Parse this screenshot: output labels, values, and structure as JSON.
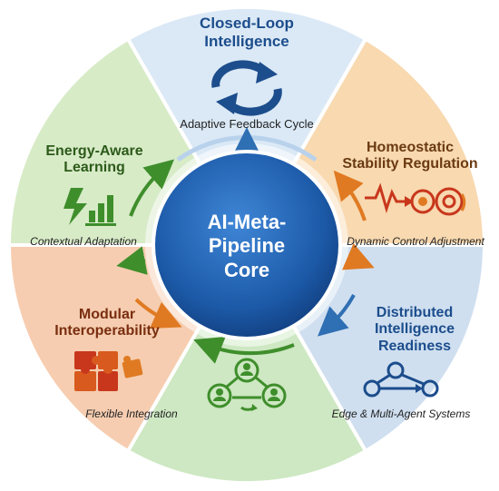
{
  "core": {
    "line1": "AI-Meta-",
    "line2": "Pipeline",
    "line3": "Core"
  },
  "segments": {
    "closed_loop": {
      "title_line1": "Closed-Loop",
      "title_line2": "Intelligence",
      "subtitle": "Adaptive Feedback Cycle",
      "icon": "cycle-arrows-icon",
      "color": "#dbe9f6",
      "title_color": "#1c4d8c"
    },
    "homeostatic": {
      "title_line1": "Homeostatic",
      "title_line2": "Stability Regulation",
      "subtitle": "Dynamic Control Adjustment",
      "icon": "heartbeat-gears-icon",
      "color": "#f8d9b0",
      "title_color": "#6b3a12"
    },
    "distributed": {
      "title_line1": "Distributed",
      "title_line2": "Intelligence",
      "title_line3": "Readiness",
      "subtitle": "Edge & Multi-Agent Systems",
      "icon": "network-nodes-icon",
      "color": "#cfdff0",
      "title_color": "#1c4d8c"
    },
    "collaborative": {
      "icon": "agent-collaboration-icon",
      "color": "#cde8c2"
    },
    "modular": {
      "title_line1": "Modular",
      "title_line2": "Interoperability",
      "subtitle": "Flexible Integration",
      "icon": "puzzle-icon",
      "color": "#f6cdb0",
      "title_color": "#7a2e10"
    },
    "energy": {
      "title_line1": "Energy-Aware",
      "title_line2": "Learning",
      "subtitle": "Contextual Adaptation",
      "icon": "energy-bars-icon",
      "color": "#d7ebc7",
      "title_color": "#2d5a1a"
    }
  },
  "colors": {
    "core_fill": "#1c5aa8",
    "blue_arrow": "#2f6fb3",
    "green_arrow": "#3f8e2c",
    "orange_arrow": "#e07a22",
    "red_accent": "#c8371c"
  }
}
